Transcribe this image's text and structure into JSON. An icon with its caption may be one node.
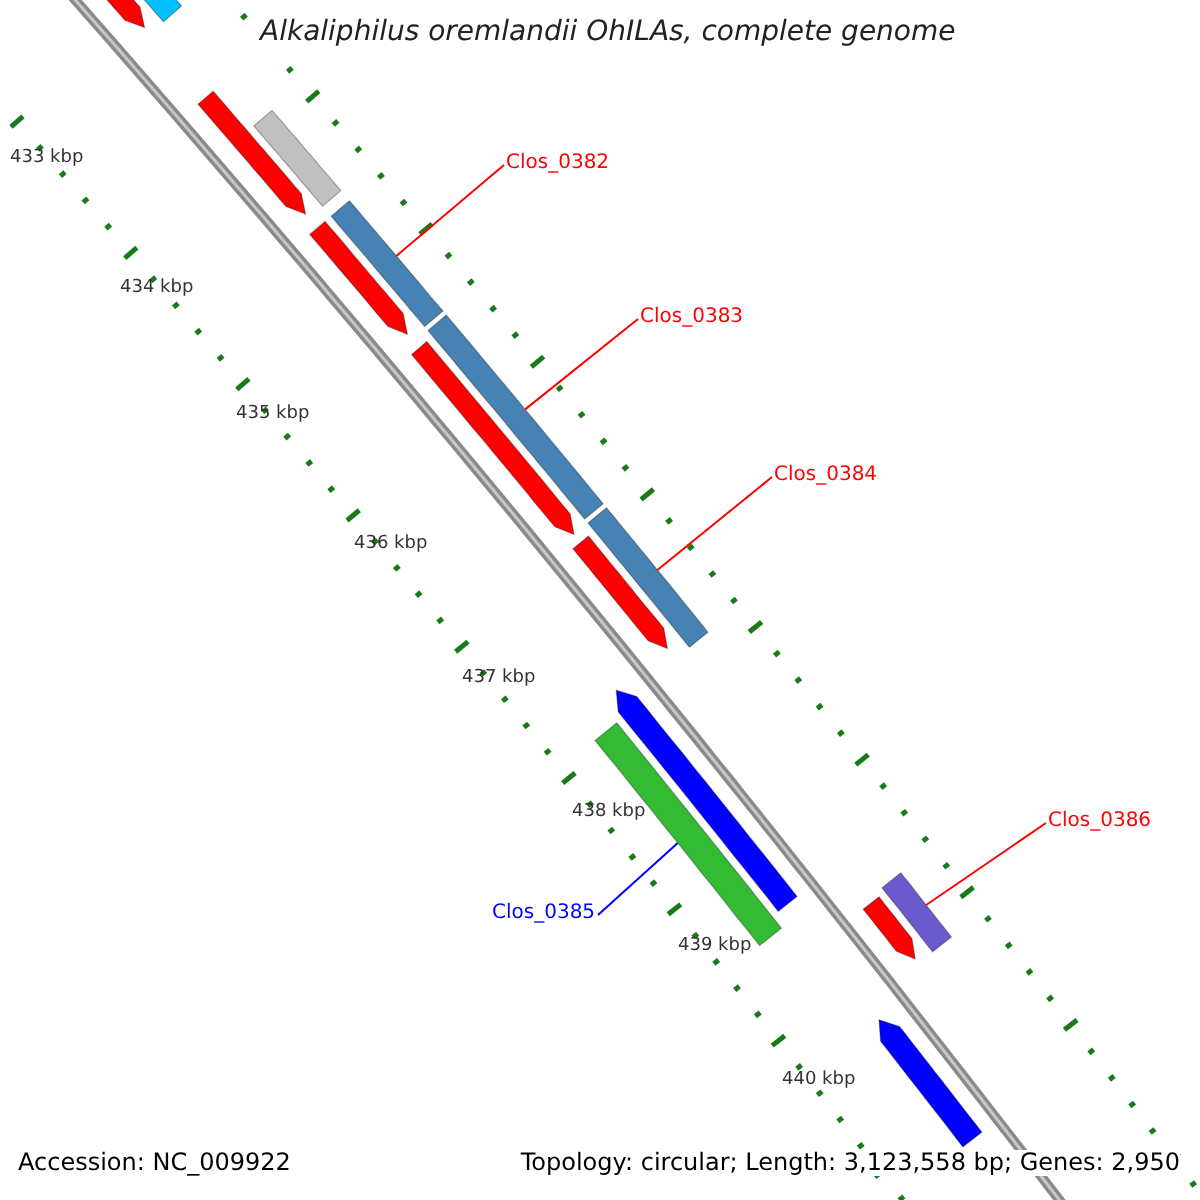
{
  "diagram": {
    "title": "Alkaliphilus oremlandii OhILAs, complete genome",
    "nodes": [
      {
        "text": [
          "Clos_0382"
        ]
      },
      {
        "text": [],
        "shape": "bar"
      },
      {
        "text": [
          "Clos_0383"
        ]
      },
      {
        "text": [],
        "shape": "bar"
      },
      {
        "text": [
          "Clos_0384"
        ]
      },
      {
        "text": [],
        "shape": "bar"
      },
      {
        "text": [
          "Clos_0385"
        ]
      },
      {
        "text": [],
        "shape": "bar"
      },
      {
        "text": [
          "Clos_0386"
        ]
      },
      {
        "text": [],
        "shape": "bar"
      },
      {
        "text": [],
        "shape": "arrow"
      },
      {
        "text": [],
        "shape": "arrow"
      },
      {
        "text": [],
        "shape": "arrow"
      },
      {
        "text": [],
        "shape": "arrow"
      },
      {
        "text": [],
        "shape": "arrow"
      },
      {
        "text": [],
        "shape": "arrow"
      },
      {
        "text": [],
        "shape": "bar"
      },
      {
        "text": [],
        "shape": "bar"
      },
      {
        "text": [],
        "shape": "arrow"
      },
      {
        "text": [],
        "shape": "arrow"
      }
    ],
    "edges": [
      {
        "from": 0,
        "to": 1,
        "arrow": "none"
      },
      {
        "from": 2,
        "to": 3,
        "arrow": "none"
      },
      {
        "from": 4,
        "to": 5,
        "arrow": "none"
      },
      {
        "from": 6,
        "to": 7,
        "arrow": "none",
        "color": "#0000ff"
      },
      {
        "from": 8,
        "to": 9,
        "arrow": "none"
      }
    ],
    "labels": [
      "433 kbp",
      "434 kbp",
      "435 kbp",
      "436 kbp",
      "437 kbp",
      "438 kbp",
      "439 kbp",
      "440 kbp",
      "Accession: NC_009922",
      "Topology: circular; Length: 3,123,558 bp; Genes: 2,950"
    ]
  }
}
